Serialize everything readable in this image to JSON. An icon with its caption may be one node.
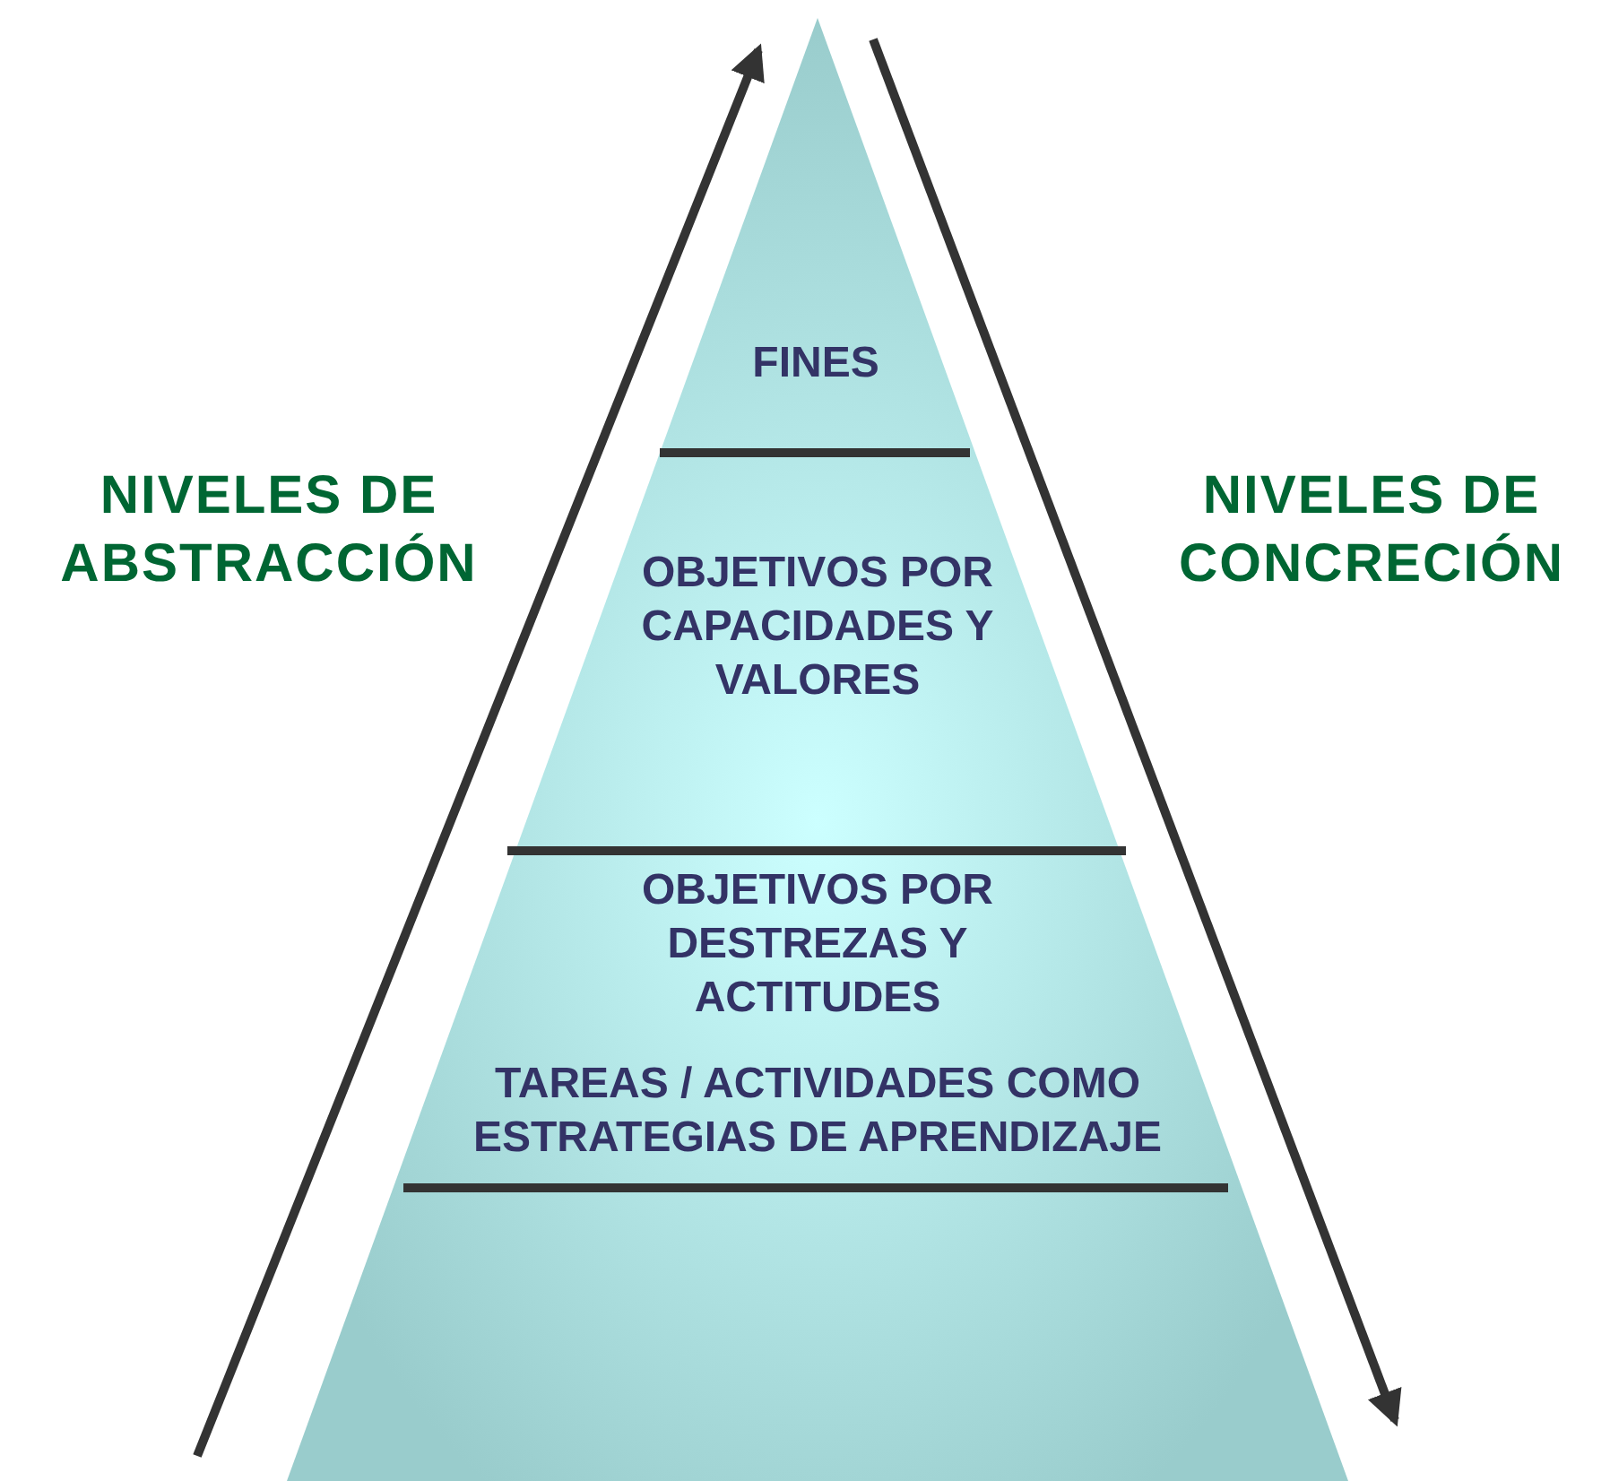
{
  "diagram": {
    "nodes": [
      {
        "text": [],
        "shape": "triangle"
      },
      {
        "text": [
          "FINES"
        ],
        "in": 0
      },
      {
        "text": [
          "OBJETIVOS POR CAPACIDADES Y VALORES"
        ],
        "in": 0
      },
      {
        "text": [
          "OBJETIVOS POR DESTREZAS Y ACTITUDES"
        ],
        "in": 0
      },
      {
        "text": [
          "TAREAS / ACTIVIDADES COMO ESTRATEGIAS DE APRENDIZAJE"
        ],
        "in": 0
      }
    ],
    "labels": [
      "NIVELES DE ABSTRACCIÓN",
      "NIVELES DE CONCRECIÓN"
    ]
  }
}
